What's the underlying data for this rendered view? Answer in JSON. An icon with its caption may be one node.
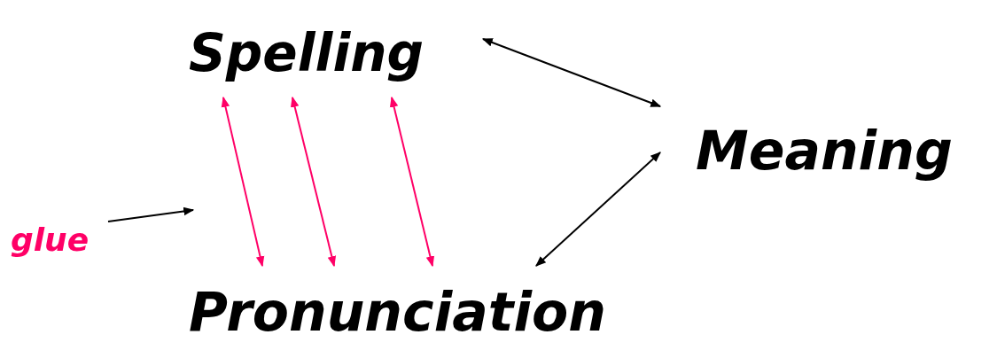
{
  "diagram": {
    "nodes": [
      {
        "text": [
          "Spelling"
        ]
      },
      {
        "text": [
          "Meaning"
        ]
      },
      {
        "text": [
          "Pronunciation"
        ]
      },
      {
        "text": [
          "glue"
        ]
      }
    ],
    "edges": [
      {
        "from": 0,
        "to": 1,
        "arrow": "both"
      },
      {
        "from": 1,
        "to": 2,
        "arrow": "both"
      },
      {
        "from": 0,
        "to": 2,
        "arrow": "both",
        "color": "#ff0066"
      },
      {
        "from": 0,
        "to": 2,
        "arrow": "both",
        "color": "#ff0066"
      },
      {
        "from": 0,
        "to": 2,
        "arrow": "both",
        "color": "#ff0066"
      },
      {
        "from": 3,
        "to": null,
        "arrow": "to"
      }
    ]
  }
}
